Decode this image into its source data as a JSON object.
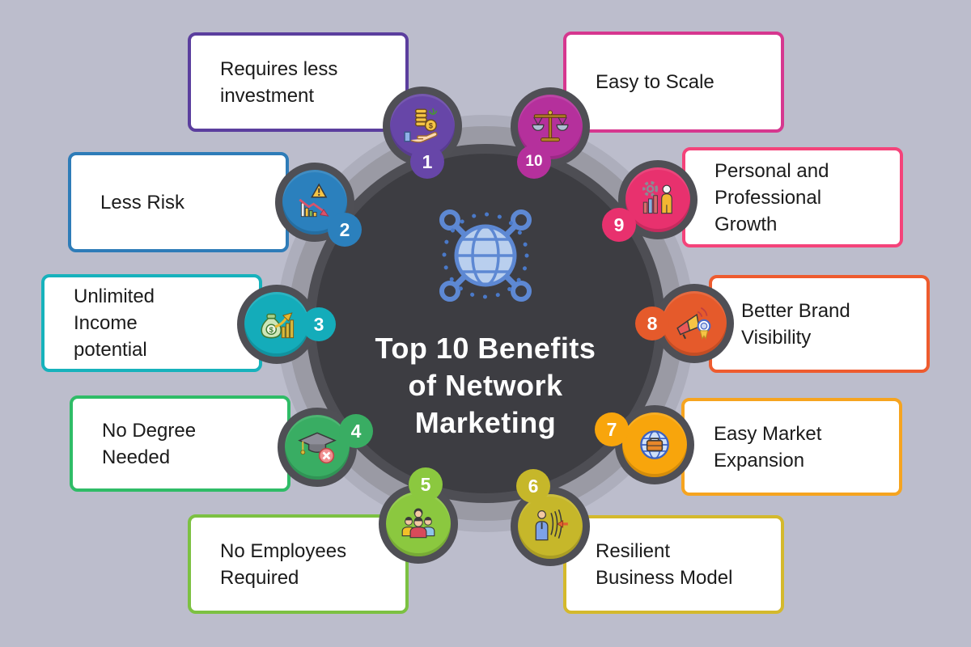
{
  "background_color": "#bcbdcc",
  "center": {
    "title": "Top 10 Benefits\nof Network\nMarketing",
    "title_color": "#ffffff",
    "icon": "network-globe-icon",
    "circle_color": "#3d3d42",
    "ring_color": "#4e4e54",
    "outer_ring_color": "#9a9aa4",
    "halo_color": "#adaebc",
    "globe_accent_color": "#5d88d3"
  },
  "items": [
    {
      "number": "1",
      "label": "Requires less\ninvestment",
      "circle_color": "#6746a8",
      "border_color": "#5b3e9e",
      "icon": "coins-in-hand-icon"
    },
    {
      "number": "2",
      "label": "Less Risk",
      "circle_color": "#2b80bd",
      "border_color": "#2e7cb8",
      "icon": "risk-decline-chart-icon"
    },
    {
      "number": "3",
      "label": "Unlimited\nIncome\npotential",
      "circle_color": "#14acba",
      "border_color": "#17b2bc",
      "icon": "money-bag-growth-icon"
    },
    {
      "number": "4",
      "label": "No Degree\nNeeded",
      "circle_color": "#39ad63",
      "border_color": "#2fbc67",
      "icon": "no-degree-cap-icon"
    },
    {
      "number": "5",
      "label": "No Employees\nRequired",
      "circle_color": "#8bc83f",
      "border_color": "#7cc142",
      "icon": "team-people-icon"
    },
    {
      "number": "6",
      "label": "Resilient\nBusiness Model",
      "circle_color": "#c6b72a",
      "border_color": "#d4b92c",
      "icon": "resilient-person-icon"
    },
    {
      "number": "7",
      "label": "Easy Market\nExpansion",
      "circle_color": "#f8a50c",
      "border_color": "#f6a41f",
      "icon": "globe-briefcase-icon"
    },
    {
      "number": "8",
      "label": "Better Brand\nVisibility",
      "circle_color": "#e55a2b",
      "border_color": "#ee5b2e",
      "icon": "megaphone-badge-icon"
    },
    {
      "number": "9",
      "label": "Personal and\nProfessional\nGrowth",
      "circle_color": "#e8316e",
      "border_color": "#f4437a",
      "icon": "gear-growth-person-icon"
    },
    {
      "number": "10",
      "label": "Easy to Scale",
      "circle_color": "#b5309c",
      "border_color": "#d6378f",
      "icon": "balance-scale-icon"
    }
  ]
}
